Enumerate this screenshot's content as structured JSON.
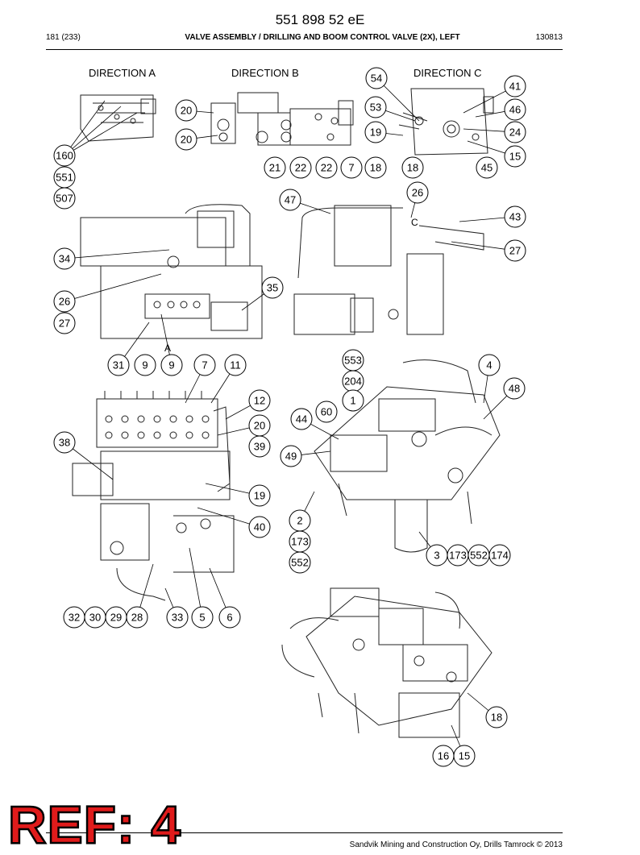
{
  "document": {
    "part_number": "551 898 52 eE",
    "page": "181 (233)",
    "title": "VALVE ASSEMBLY / DRILLING AND BOOM CONTROL VALVE (2X), LEFT",
    "code": "130813"
  },
  "views": {
    "direction_a": "DIRECTION A",
    "direction_b": "DIRECTION B",
    "direction_c": "DIRECTION C",
    "marker_a": "A",
    "marker_c": "C"
  },
  "callouts": [
    "160",
    "551",
    "507",
    "20",
    "20",
    "21",
    "22",
    "22",
    "7",
    "18",
    "54",
    "41",
    "53",
    "46",
    "19",
    "24",
    "15",
    "18",
    "45",
    "47",
    "26",
    "43",
    "27",
    "34",
    "26",
    "27",
    "35",
    "31",
    "9",
    "9",
    "7",
    "11",
    "12",
    "20",
    "39",
    "38",
    "19",
    "40",
    "32",
    "30",
    "29",
    "28",
    "33",
    "5",
    "6",
    "553",
    "204",
    "1",
    "4",
    "48",
    "44",
    "60",
    "49",
    "2",
    "173",
    "552",
    "3",
    "173",
    "552",
    "174",
    "18",
    "16",
    "15"
  ],
  "stamp": "REF: 4",
  "footer": "Sandvik Mining and Construction Oy, Drills Tamrock © 2013"
}
